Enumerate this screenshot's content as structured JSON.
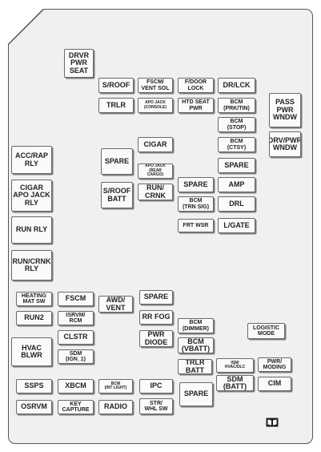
{
  "fuses": [
    {
      "id": "drvr-pwr-seat",
      "label": "DRVR\nPWR\nSEAT",
      "size": "l"
    },
    {
      "id": "s-roof",
      "label": "S/ROOF",
      "size": "l"
    },
    {
      "id": "fscm-vent-sol",
      "label": "FSCM/\nVENT SOL",
      "size": "m"
    },
    {
      "id": "f-door-lock",
      "label": "F/DOOR\nLOCK",
      "size": "m"
    },
    {
      "id": "dr-lck",
      "label": "DR/LCK",
      "size": "l"
    },
    {
      "id": "trlr",
      "label": "TRLR",
      "size": "l"
    },
    {
      "id": "apo-jack-console",
      "label": "APO JACK\n(CONSOLE)",
      "size": "s"
    },
    {
      "id": "htd-seat-pwr",
      "label": "HTD SEAT\nPWR",
      "size": "m"
    },
    {
      "id": "bcm-prk-tin",
      "label": "BCM\n(PRK/TIN)",
      "size": "m"
    },
    {
      "id": "pass-pwr-wndw",
      "label": "PASS\nPWR\nWNDW",
      "size": "l"
    },
    {
      "id": "bcm-stop",
      "label": "BCM\n(STOP)",
      "size": "m"
    },
    {
      "id": "drv-pwr-wndw",
      "label": "DRV/PWR\nWNDW",
      "size": "l"
    },
    {
      "id": "cigar-top",
      "label": "CIGAR",
      "size": "l"
    },
    {
      "id": "bcm-ctsy",
      "label": "BCM\n(CTSY)",
      "size": "m"
    },
    {
      "id": "spare-left",
      "label": "SPARE",
      "size": "l"
    },
    {
      "id": "acc-rap-rly",
      "label": "ACC/RAP\nRLY",
      "size": "l"
    },
    {
      "id": "apo-jack-rear-cargo",
      "label": "APO JACK\n(REAR\nCARGO)",
      "size": "s"
    },
    {
      "id": "spare-right-top",
      "label": "SPARE",
      "size": "l"
    },
    {
      "id": "s-roof-batt",
      "label": "S/ROOF\nBATT",
      "size": "l"
    },
    {
      "id": "run-crnk",
      "label": "RUN/\nCRNK",
      "size": "l"
    },
    {
      "id": "spare-mid",
      "label": "SPARE",
      "size": "l"
    },
    {
      "id": "amp",
      "label": "AMP",
      "size": "l"
    },
    {
      "id": "cigar-apo-jack-rly",
      "label": "CIGAR\nAPO JACK\nRLY",
      "size": "l"
    },
    {
      "id": "bcm-trn-sig",
      "label": "BCM\n(TRN SIG)",
      "size": "m"
    },
    {
      "id": "drl",
      "label": "DRL",
      "size": "l"
    },
    {
      "id": "run-rly",
      "label": "RUN RLY",
      "size": "l"
    },
    {
      "id": "frt-wsr",
      "label": "FRT WSR",
      "size": "m"
    },
    {
      "id": "l-gate",
      "label": "L/GATE",
      "size": "l"
    },
    {
      "id": "run-crnk-rly",
      "label": "RUN/CRNK\nRLY",
      "size": "l"
    },
    {
      "id": "heating-mat-sw",
      "label": "HEATING\nMAT SW",
      "size": "m"
    },
    {
      "id": "fscm",
      "label": "FSCM",
      "size": "l"
    },
    {
      "id": "spare-lower",
      "label": "SPARE",
      "size": "l"
    },
    {
      "id": "awd-vent",
      "label": "AWD/\nVENT",
      "size": "l"
    },
    {
      "id": "run2",
      "label": "RUN2",
      "size": "l"
    },
    {
      "id": "isrvm-rcm",
      "label": "ISRVM/\nRCM",
      "size": "m"
    },
    {
      "id": "rr-fog",
      "label": "RR FOG",
      "size": "l"
    },
    {
      "id": "bcm-dimmer",
      "label": "BCM\n(DIMMER)",
      "size": "m"
    },
    {
      "id": "logistic-mode",
      "label": "LOGISTIC\nMODE",
      "size": "m"
    },
    {
      "id": "clstr",
      "label": "CLSTR",
      "size": "l"
    },
    {
      "id": "pwr-diode",
      "label": "PWR\nDIODE",
      "size": "l"
    },
    {
      "id": "bcm-vbatt",
      "label": "BCM\n(VBATT)",
      "size": "l"
    },
    {
      "id": "hvac-blwr",
      "label": "HVAC\nBLWR",
      "size": "l"
    },
    {
      "id": "sdm-ign-1",
      "label": "SDM\n(IGN_1)",
      "size": "m"
    },
    {
      "id": "trlr-batt",
      "label": "TRLR\nBATT",
      "size": "l"
    },
    {
      "id": "ism-hvac-dlc",
      "label": "ISM/\nHVAC/DLC",
      "size": "s"
    },
    {
      "id": "pwr-moding",
      "label": "PWR/\nMODING",
      "size": "m"
    },
    {
      "id": "ssps",
      "label": "SSPS",
      "size": "l"
    },
    {
      "id": "xbcm",
      "label": "XBCM",
      "size": "l"
    },
    {
      "id": "bcm-int-light",
      "label": "BCM\n(INT LIGHT)",
      "size": "s"
    },
    {
      "id": "ipc",
      "label": "IPC",
      "size": "l"
    },
    {
      "id": "sdm-batt",
      "label": "SDM\n(BATT)",
      "size": "l"
    },
    {
      "id": "cim",
      "label": "CIM",
      "size": "l"
    },
    {
      "id": "spare-bottom",
      "label": "SPARE",
      "size": "l"
    },
    {
      "id": "osrvm",
      "label": "OSRVM",
      "size": "l"
    },
    {
      "id": "key-capture",
      "label": "KEY\nCAPTURE",
      "size": "m"
    },
    {
      "id": "radio",
      "label": "RADIO",
      "size": "l"
    },
    {
      "id": "str-whl-sw",
      "label": "STR/\nWHL SW",
      "size": "m"
    }
  ],
  "icons": {
    "manual": "book-icon"
  }
}
